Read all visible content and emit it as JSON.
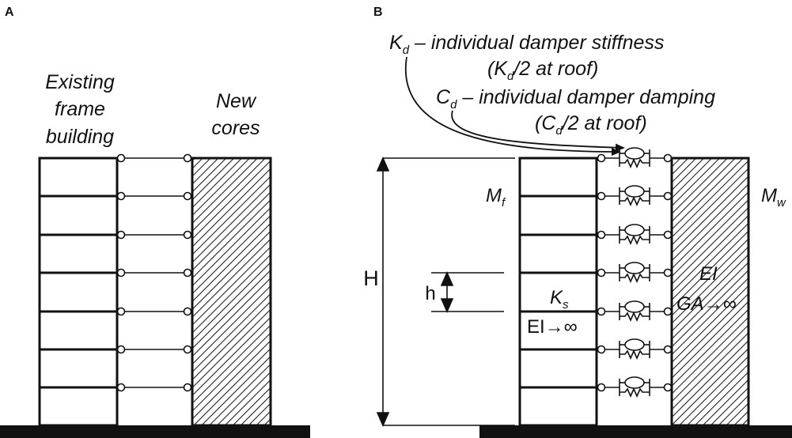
{
  "panels": {
    "a_label": "A",
    "b_label": "B"
  },
  "panel_a": {
    "label_existing_1": "Existing",
    "label_existing_2": "frame",
    "label_existing_3": "building",
    "label_cores_1": "New",
    "label_cores_2": "cores"
  },
  "panel_b": {
    "kd_symbol": "K",
    "kd_sub": "d",
    "kd_text": " – individual damper stiffness",
    "kd_roof_open": "(K",
    "kd_roof_sub": "d",
    "kd_roof_close": "/2 at roof)",
    "cd_symbol": "C",
    "cd_sub": "d",
    "cd_text": " – individual damper damping",
    "cd_roof_open": "(C",
    "cd_roof_sub": "d",
    "cd_roof_close": "/2 at roof)",
    "mf_symbol": "M",
    "mf_sub": "f",
    "mw_symbol": "M",
    "mw_sub": "w",
    "H_label": "H",
    "h_label": "h",
    "ks_symbol": "K",
    "ks_sub": "s",
    "ei_frame": "EI→∞",
    "ei_wall": "EI",
    "ga_wall": "GA→∞"
  },
  "colors": {
    "ink": "#111111",
    "hatch": "#222222",
    "ground": "#111111"
  }
}
